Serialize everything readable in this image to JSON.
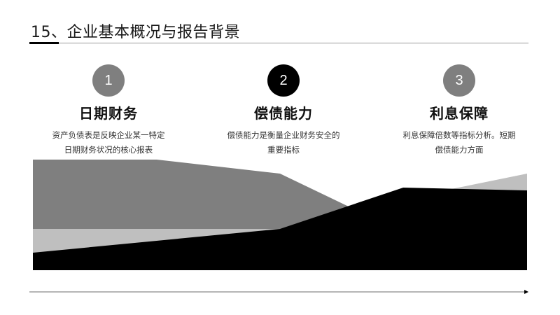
{
  "slide": {
    "title": "15、企业基本概况与报告背景"
  },
  "steps": [
    {
      "number": "1",
      "heading": "日期财务",
      "desc_line1": "资产负债表是反映企业某一特定",
      "desc_line2": "日期财务状况的核心报表",
      "circle_color": "#7f7f7f"
    },
    {
      "number": "2",
      "heading": "偿债能力",
      "desc_line1": "偿债能力是衡量企业财务安全的",
      "desc_line2": "重要指标",
      "circle_color": "#000000"
    },
    {
      "number": "3",
      "heading": "利息保障",
      "desc_line1": "利息保障倍数等指标分析。短期",
      "desc_line2": "偿债能力方面",
      "circle_color": "#7f7f7f"
    }
  ],
  "colors": {
    "dark_gray": "#7f7f7f",
    "light_gray": "#bfbfbf",
    "black": "#000000"
  }
}
